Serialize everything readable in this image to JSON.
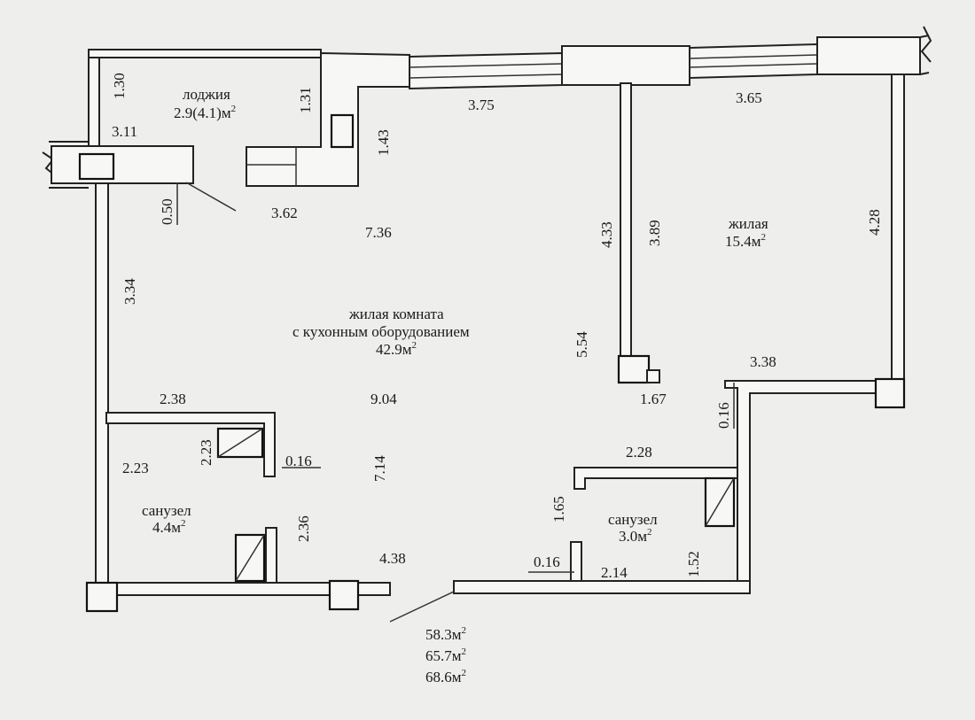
{
  "rooms": {
    "loggia": {
      "name": "лоджия",
      "area": "2.9(4.1)м",
      "sup": "2"
    },
    "living_kitchen": {
      "name_line1": "жилая комната",
      "name_line2": "с кухонным оборудованием",
      "area": "42.9м",
      "sup": "2"
    },
    "bedroom": {
      "name": "жилая",
      "area": "15.4м",
      "sup": "2"
    },
    "bathroom_left": {
      "name": "санузел",
      "area": "4.4м",
      "sup": "2"
    },
    "bathroom_right": {
      "name": "санузел",
      "area": "3.0м",
      "sup": "2"
    }
  },
  "totals": [
    {
      "value": "58.3м",
      "sup": "2"
    },
    {
      "value": "65.7м",
      "sup": "2"
    },
    {
      "value": "68.6м",
      "sup": "2"
    }
  ],
  "dimensions": {
    "d1_30": "1.30",
    "d1_31": "1.31",
    "d1_43": "1.43",
    "d3_11": "3.11",
    "d0_50": "0.50",
    "d3_62": "3.62",
    "d3_75": "3.75",
    "d3_65": "3.65",
    "d7_36": "7.36",
    "d4_33": "4.33",
    "d3_89": "3.89",
    "d4_28": "4.28",
    "d3_34": "3.34",
    "d5_54": "5.54",
    "d3_38": "3.38",
    "d1_67": "1.67",
    "d2_38": "2.38",
    "d9_04": "9.04",
    "d0_16a": "0.16",
    "d2_23a": "2.23",
    "d2_23b": "2.23",
    "d0_16b": "0.16",
    "d7_14": "7.14",
    "d2_28": "2.28",
    "d1_65": "1.65",
    "d2_36": "2.36",
    "d4_38": "4.38",
    "d0_16c": "0.16",
    "d2_14": "2.14",
    "d1_52": "1.52"
  }
}
